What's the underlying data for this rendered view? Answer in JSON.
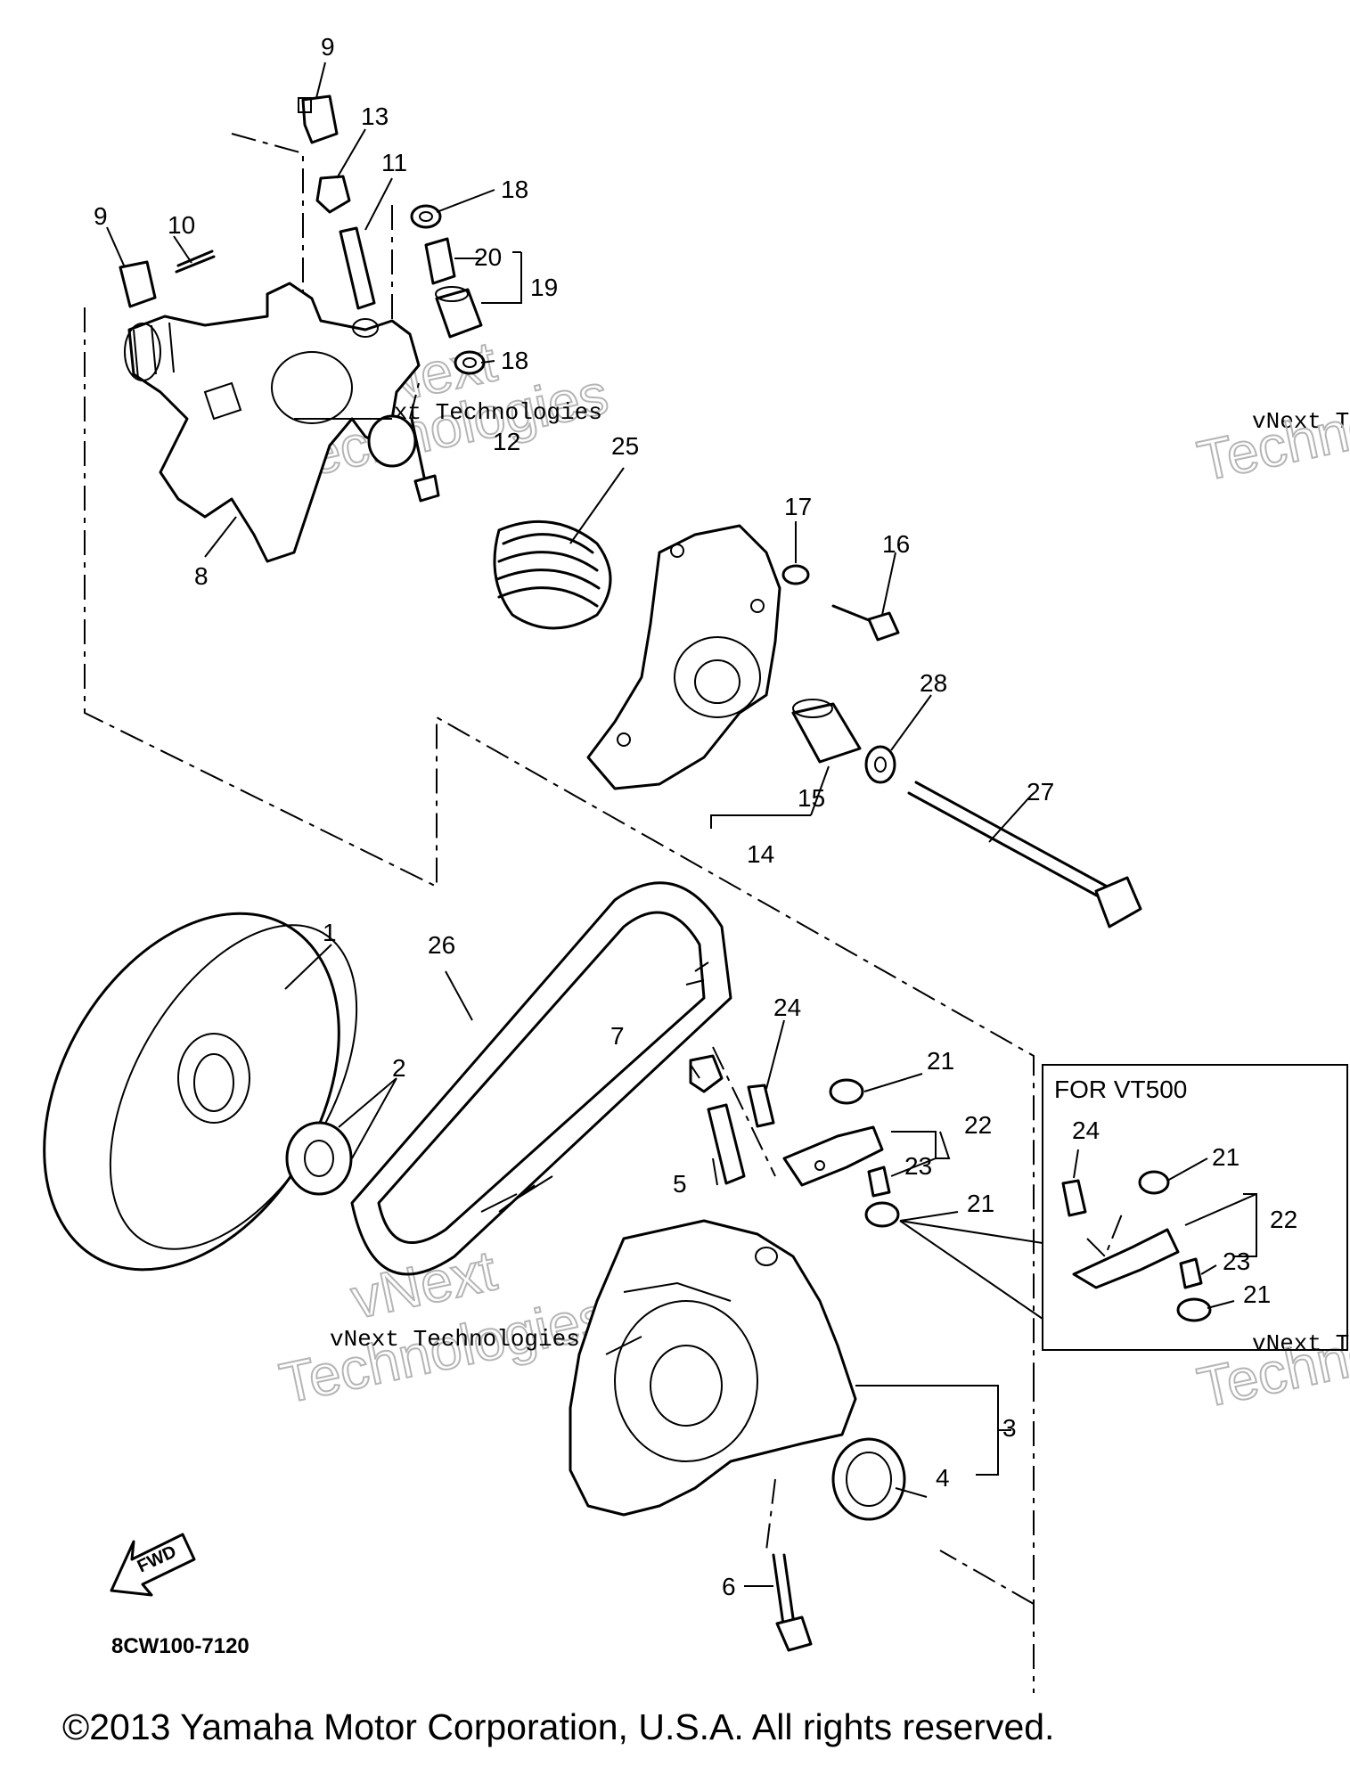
{
  "diagram": {
    "drawing_code": "8CW100-7120",
    "fwd_label": "FWD",
    "inset_title": "FOR VT500",
    "callouts": {
      "c1": "1",
      "c2": "2",
      "c3": "3",
      "c4": "4",
      "c5": "5",
      "c6": "6",
      "c7": "7",
      "c8": "8",
      "c9a": "9",
      "c9b": "9",
      "c10": "10",
      "c11": "11",
      "c12": "12",
      "c13": "13",
      "c14": "14",
      "c15": "15",
      "c16": "16",
      "c17": "17",
      "c18a": "18",
      "c18b": "18",
      "c19": "19",
      "c20": "20",
      "c21a": "21",
      "c21b": "21",
      "c22": "22",
      "c23": "23",
      "c24": "24",
      "c25": "25",
      "c26": "26",
      "c27": "27",
      "c28": "28",
      "i21a": "21",
      "i21b": "21",
      "i22": "22",
      "i23": "23",
      "i24": "24"
    }
  },
  "watermark": {
    "brand_small": "vNext Technologies",
    "brand_big_1": "vNext",
    "brand_big_2": "Technologies"
  },
  "footer": {
    "copyright": "©2013 Yamaha Motor Corporation, U.S.A. All rights reserved."
  }
}
